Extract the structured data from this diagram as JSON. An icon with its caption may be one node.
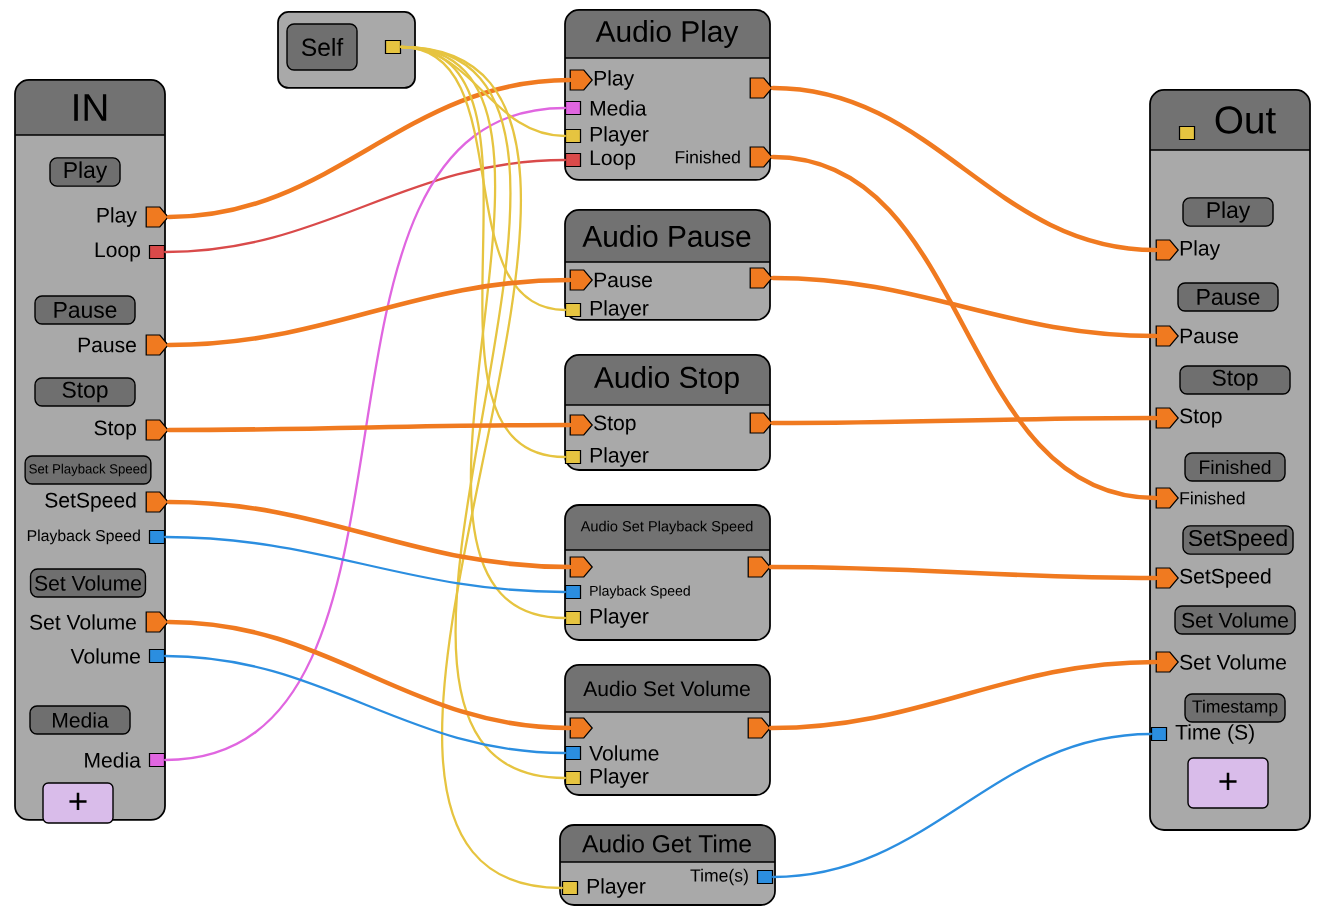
{
  "diagram": {
    "nodes": [
      {
        "text": [
          "IN"
        ]
      },
      {
        "text": [
          "Play"
        ],
        "in": 0
      },
      {
        "text": [
          "Play"
        ],
        "in": 0
      },
      {
        "text": [
          "Loop"
        ],
        "in": 0
      },
      {
        "text": [
          "Pause"
        ],
        "in": 0
      },
      {
        "text": [
          "Pause"
        ],
        "in": 0
      },
      {
        "text": [
          "Stop"
        ],
        "in": 0
      },
      {
        "text": [
          "Stop"
        ],
        "in": 0
      },
      {
        "text": [
          "Set Playback Speed"
        ],
        "in": 0
      },
      {
        "text": [
          "SetSpeed"
        ],
        "in": 0
      },
      {
        "text": [
          "Playback Speed"
        ],
        "in": 0
      },
      {
        "text": [
          "Set Volume"
        ],
        "in": 0
      },
      {
        "text": [
          "Set Volume"
        ],
        "in": 0
      },
      {
        "text": [
          "Volume"
        ],
        "in": 0
      },
      {
        "text": [
          "Media"
        ],
        "in": 0
      },
      {
        "text": [
          "Media"
        ],
        "in": 0
      },
      {
        "text": [
          "+"
        ],
        "in": 0
      },
      {
        "text": [
          "Self"
        ]
      },
      {
        "text": [],
        "shape": "box",
        "in": 17
      },
      {
        "text": [
          "Audio Play"
        ]
      },
      {
        "text": [
          "Play"
        ],
        "in": 19
      },
      {
        "text": [
          "Media"
        ],
        "in": 19
      },
      {
        "text": [
          "Player"
        ],
        "in": 19
      },
      {
        "text": [
          "Loop"
        ],
        "in": 19
      },
      {
        "text": [],
        "shape": "pentagon",
        "in": 19
      },
      {
        "text": [
          "Finished"
        ],
        "in": 19
      },
      {
        "text": [
          "Audio Pause"
        ]
      },
      {
        "text": [
          "Pause"
        ],
        "in": 26
      },
      {
        "text": [
          "Player"
        ],
        "in": 26
      },
      {
        "text": [],
        "shape": "pentagon",
        "in": 26
      },
      {
        "text": [
          "Audio Stop"
        ]
      },
      {
        "text": [
          "Stop"
        ],
        "in": 30
      },
      {
        "text": [
          "Player"
        ],
        "in": 30
      },
      {
        "text": [],
        "shape": "pentagon",
        "in": 30
      },
      {
        "text": [
          "Audio Set Playback Speed"
        ]
      },
      {
        "text": [],
        "shape": "pentagon",
        "in": 34
      },
      {
        "text": [
          "Playback Speed"
        ],
        "in": 34
      },
      {
        "text": [
          "Player"
        ],
        "in": 34
      },
      {
        "text": [],
        "shape": "pentagon",
        "in": 34
      },
      {
        "text": [
          "Audio Set Volume"
        ]
      },
      {
        "text": [],
        "shape": "pentagon",
        "in": 39
      },
      {
        "text": [
          "Volume"
        ],
        "in": 39
      },
      {
        "text": [
          "Player"
        ],
        "in": 39
      },
      {
        "text": [],
        "shape": "pentagon",
        "in": 39
      },
      {
        "text": [
          "Audio Get Time"
        ]
      },
      {
        "text": [
          "Player"
        ],
        "in": 44
      },
      {
        "text": [
          "Time(s)"
        ],
        "in": 44
      },
      {
        "text": [
          "Out"
        ]
      },
      {
        "text": [],
        "shape": "box",
        "in": 47
      },
      {
        "text": [
          "Play"
        ],
        "in": 47
      },
      {
        "text": [
          "Play"
        ],
        "in": 47
      },
      {
        "text": [
          "Pause"
        ],
        "in": 47
      },
      {
        "text": [
          "Pause"
        ],
        "in": 47
      },
      {
        "text": [
          "Stop"
        ],
        "in": 47
      },
      {
        "text": [
          "Stop"
        ],
        "in": 47
      },
      {
        "text": [
          "Finished"
        ],
        "in": 47
      },
      {
        "text": [
          "Finished"
        ],
        "in": 47
      },
      {
        "text": [
          "SetSpeed"
        ],
        "in": 47
      },
      {
        "text": [
          "SetSpeed"
        ],
        "in": 47
      },
      {
        "text": [
          "Set Volume"
        ],
        "in": 47
      },
      {
        "text": [
          "Set Volume"
        ],
        "in": 47
      },
      {
        "text": [
          "Timestamp"
        ],
        "in": 47
      },
      {
        "text": [
          "Time (S)"
        ],
        "in": 47
      },
      {
        "text": [
          "+"
        ],
        "in": 47
      }
    ],
    "edges": [
      {
        "from": 2,
        "to": 20,
        "arrow": "none",
        "style": "thick"
      },
      {
        "from": 3,
        "to": 23,
        "arrow": "none",
        "color": "#d94a4a"
      },
      {
        "from": 15,
        "to": 21,
        "arrow": "none",
        "color": "#e066e0"
      },
      {
        "from": 18,
        "to": 22,
        "arrow": "none",
        "color": "#e6c440"
      },
      {
        "from": 18,
        "to": 28,
        "arrow": "none",
        "color": "#e6c440"
      },
      {
        "from": 18,
        "to": 32,
        "arrow": "none",
        "color": "#e6c440"
      },
      {
        "from": 18,
        "to": 37,
        "arrow": "none",
        "color": "#e6c440"
      },
      {
        "from": 18,
        "to": 42,
        "arrow": "none",
        "color": "#e6c440"
      },
      {
        "from": 18,
        "to": 45,
        "arrow": "none",
        "color": "#e6c440"
      },
      {
        "from": 5,
        "to": 27,
        "arrow": "none",
        "style": "thick"
      },
      {
        "from": 7,
        "to": 31,
        "arrow": "none",
        "style": "thick"
      },
      {
        "from": 9,
        "to": 35,
        "arrow": "none",
        "style": "thick"
      },
      {
        "from": 10,
        "to": 36,
        "arrow": "none",
        "color": "#2b8ee0"
      },
      {
        "from": 12,
        "to": 40,
        "arrow": "none",
        "style": "thick"
      },
      {
        "from": 13,
        "to": 41,
        "arrow": "none",
        "color": "#2b8ee0"
      },
      {
        "from": 24,
        "to": 50,
        "arrow": "none",
        "style": "thick"
      },
      {
        "from": 25,
        "to": 56,
        "arrow": "none",
        "style": "thick"
      },
      {
        "from": 29,
        "to": 52,
        "arrow": "none",
        "style": "thick"
      },
      {
        "from": 33,
        "to": 54,
        "arrow": "none",
        "style": "thick"
      },
      {
        "from": 38,
        "to": 58,
        "arrow": "none",
        "style": "thick"
      },
      {
        "from": 43,
        "to": 60,
        "arrow": "none",
        "style": "thick"
      },
      {
        "from": 46,
        "to": 62,
        "arrow": "none",
        "color": "#2b8ee0"
      }
    ]
  }
}
